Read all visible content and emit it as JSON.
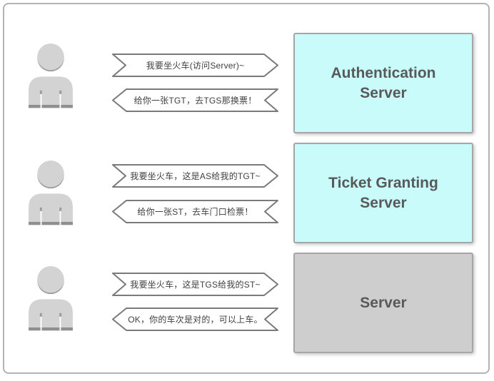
{
  "colors": {
    "frame_border": "#b3b3b3",
    "cyan_box_fill": "#c9fbfb",
    "gray_box_fill": "#cecece",
    "box_border": "#a6a6a6",
    "box_text": "#595959",
    "arrow_border": "#7a7a7a",
    "arrow_text": "#404040",
    "person_fill": "#d3d3d3",
    "person_accent": "#9a9a9a"
  },
  "rows": [
    {
      "actor": "person-icon",
      "request": "我要坐火车(访问Server)~",
      "response": "给你一张TGT，去TGS那换票！",
      "server_label": "Authentication\nServer",
      "server_fill": "#c9fbfb"
    },
    {
      "actor": "person-icon",
      "request": "我要坐火车，这是AS给我的TGT~",
      "response": "给你一张ST，去车门口检票！",
      "server_label": "Ticket Granting\nServer",
      "server_fill": "#c9fbfb"
    },
    {
      "actor": "person-icon",
      "request": "我要坐火车，这是TGS给我的ST~",
      "response": "OK，你的车次是对的，可以上车。",
      "server_label": "Server",
      "server_fill": "#cecece"
    }
  ]
}
